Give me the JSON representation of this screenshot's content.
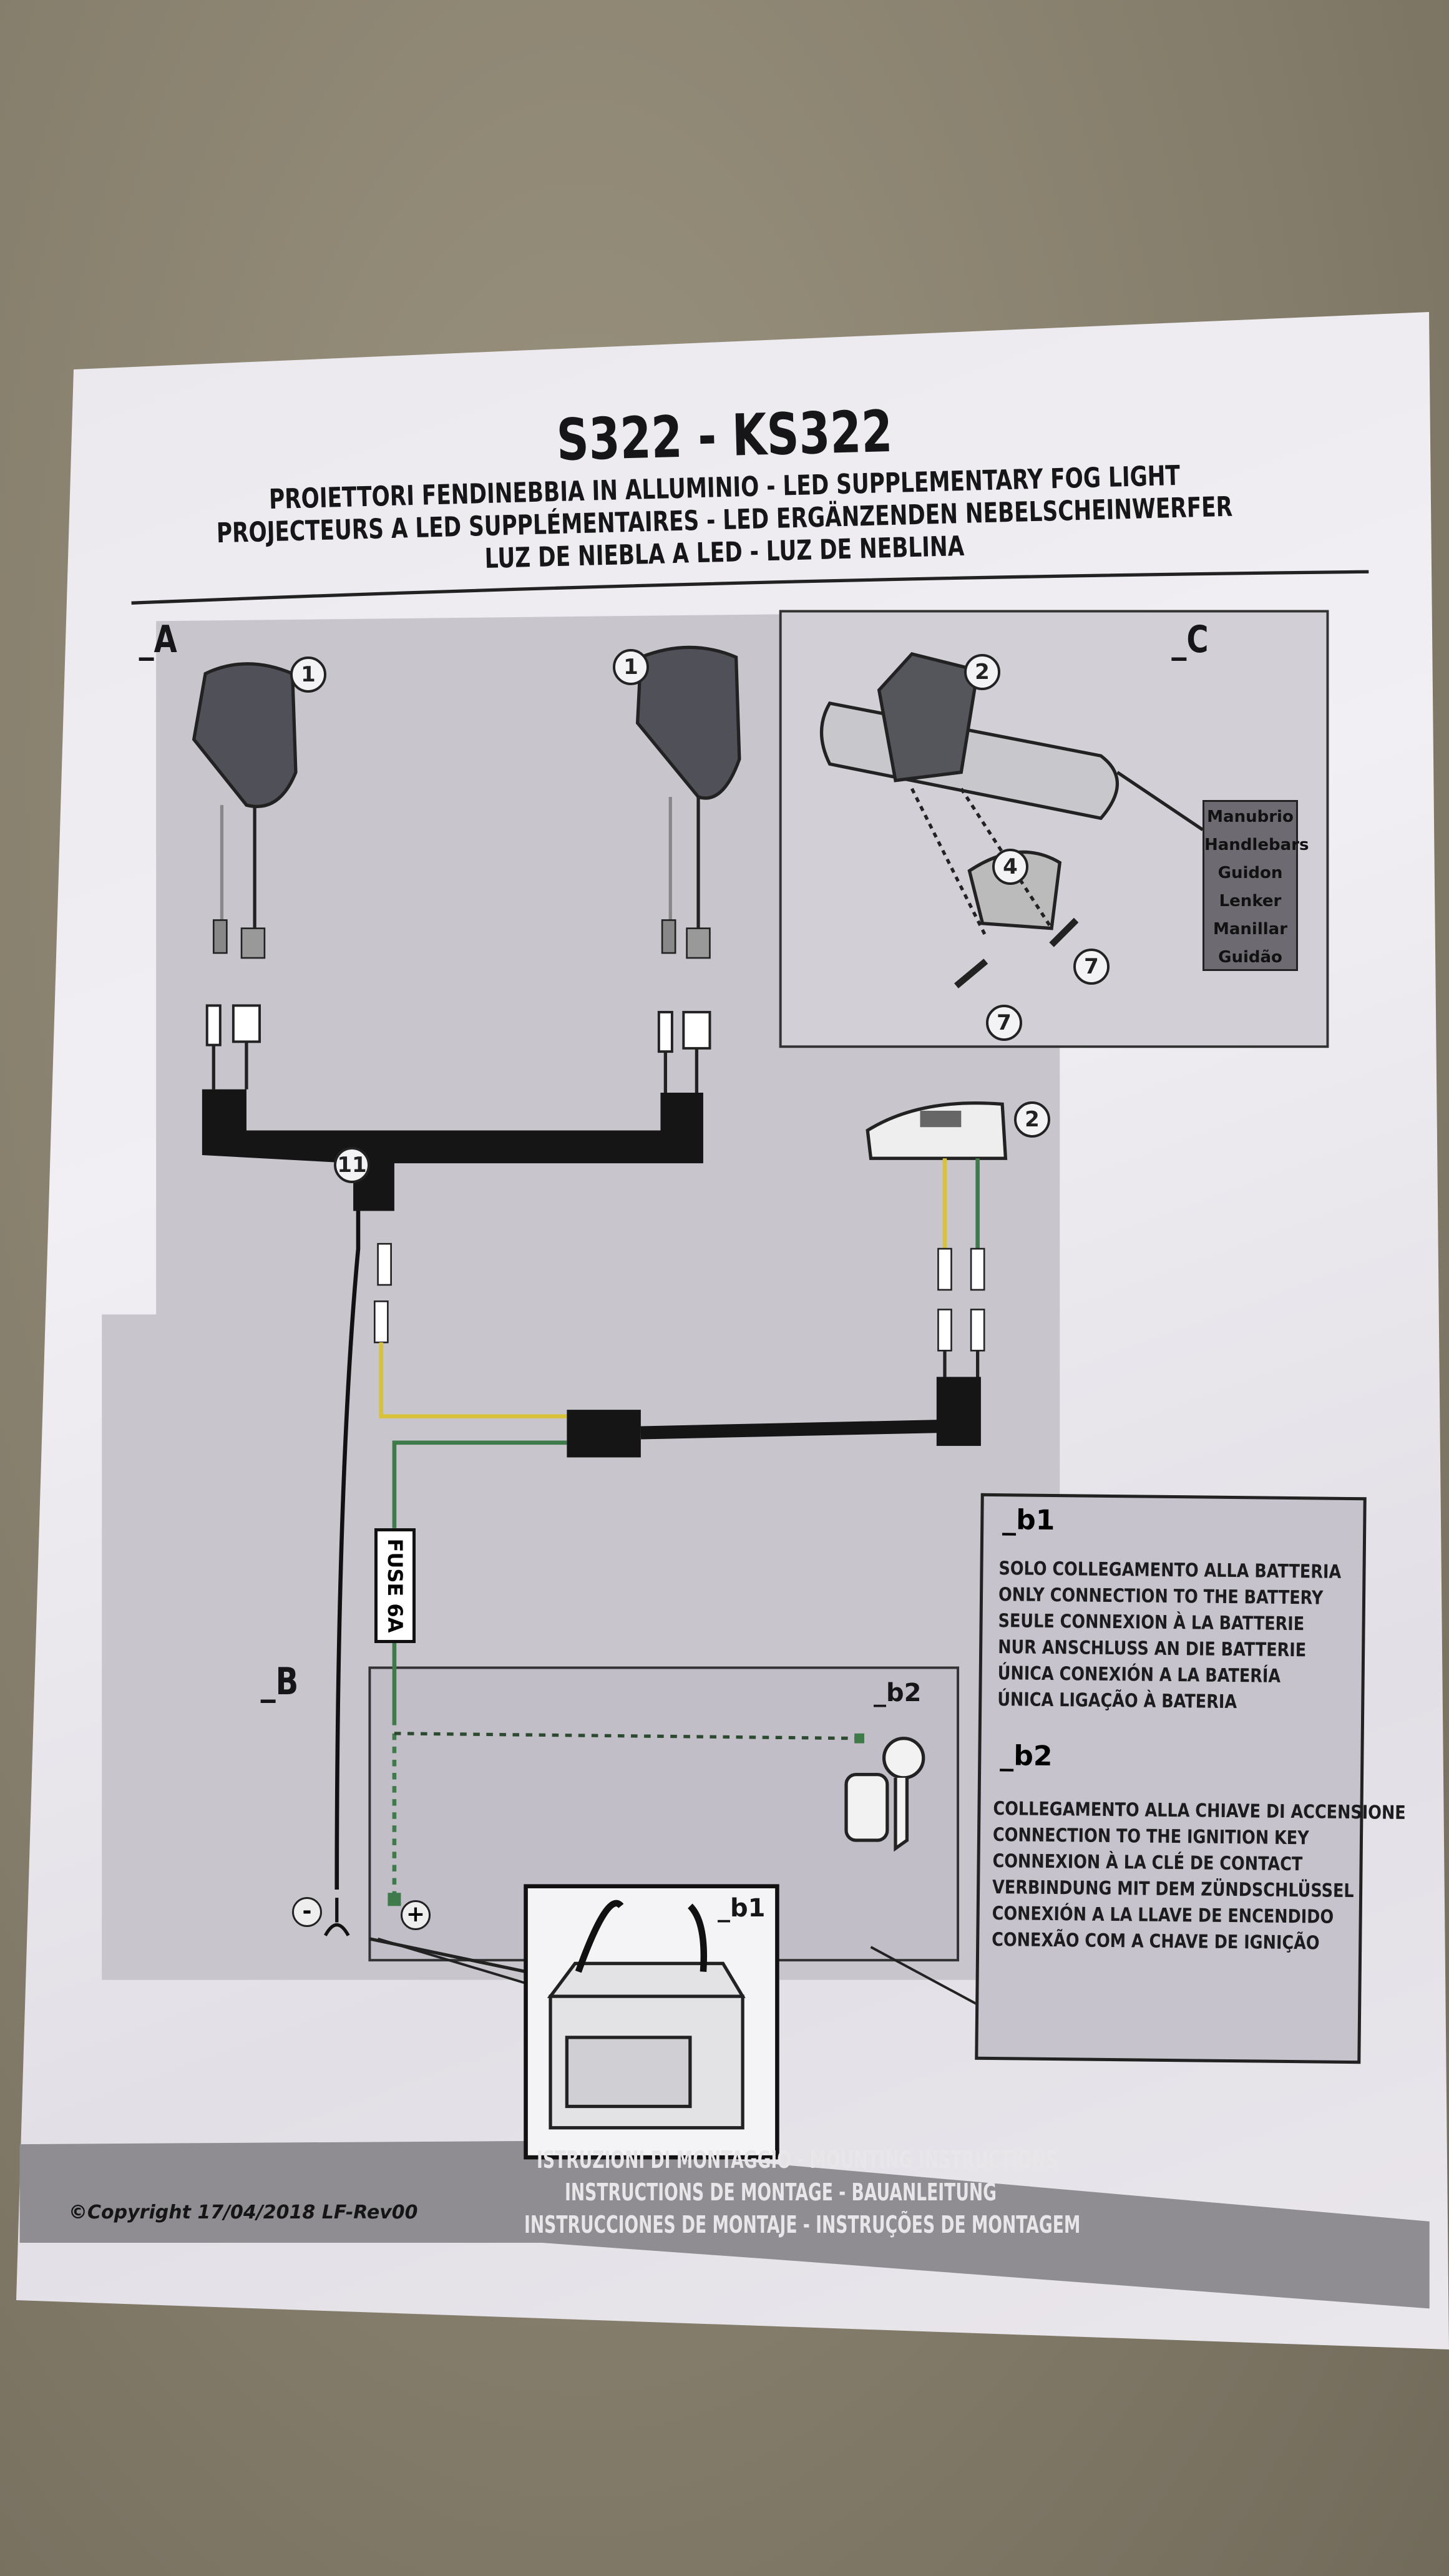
{
  "document": {
    "title": "S322 - KS322",
    "subtitle_lines": [
      "PROIETTORI FENDINEBBIA IN ALLUMINIO - LED SUPPLEMENTARY FOG LIGHT",
      "PROJECTEURS A LED SUPPLÉMENTAIRES - LED ERGÄNZENDEN NEBELSCHEINWERFER",
      "LUZ DE NIEBLA A LED - LUZ DE NEBLINA"
    ]
  },
  "sections": {
    "a": "_A",
    "b": "_B",
    "c": "_C",
    "b1": "_b1",
    "b2": "_b2"
  },
  "part_numbers": {
    "lamp_left": "1",
    "lamp_right": "1",
    "switch_c": "2",
    "switch_a": "2",
    "clamp": "4",
    "screw_right": "7",
    "screw_left": "7",
    "harness": "11"
  },
  "handlebar_labels": [
    "Manubrio",
    "Handlebars",
    "Guidon",
    "Lenker",
    "Manillar",
    "Guidão"
  ],
  "fuse_label": "FUSE 6A",
  "polarity": {
    "negative": "-",
    "positive": "+"
  },
  "notes": {
    "b1": {
      "label": "_b1",
      "lines": [
        "SOLO COLLEGAMENTO ALLA BATTERIA",
        "ONLY CONNECTION TO THE BATTERY",
        "SEULE CONNEXION À LA BATTERIE",
        "NUR ANSCHLUSS AN DIE BATTERIE",
        "ÚNICA CONEXIÓN A LA BATERÍA",
        "ÚNICA LIGAÇÃO À BATERIA"
      ]
    },
    "b2": {
      "label": "_b2",
      "lines": [
        "COLLEGAMENTO ALLA CHIAVE DI ACCENSIONE",
        "CONNECTION TO THE IGNITION KEY",
        "CONNEXION À LA CLÉ DE CONTACT",
        "VERBINDUNG MIT DEM ZÜNDSCHLÜSSEL",
        "CONEXIÓN A LA LLAVE DE ENCENDIDO",
        "CONEXÃO COM A CHAVE DE IGNIÇÃO"
      ]
    }
  },
  "footer": {
    "copyright": "©Copyright 17/04/2018 LF-Rev00",
    "lines": [
      "ISTRUZIONI DI MONTAGGIO  -  MOUNTING INSTRUCTIONS",
      "INSTRUCTIONS DE MONTAGE - BAUANLEITUNG",
      "INSTRUCCIONES DE MONTAJE - INSTRUÇÕES DE MONTAGEM"
    ]
  },
  "colors": {
    "paper": "#eeecf0",
    "panel": "#c8c4cc",
    "wire_yellow": "#d8c23a",
    "wire_green": "#3f7a4a",
    "footer_band": "#8e8c90"
  }
}
